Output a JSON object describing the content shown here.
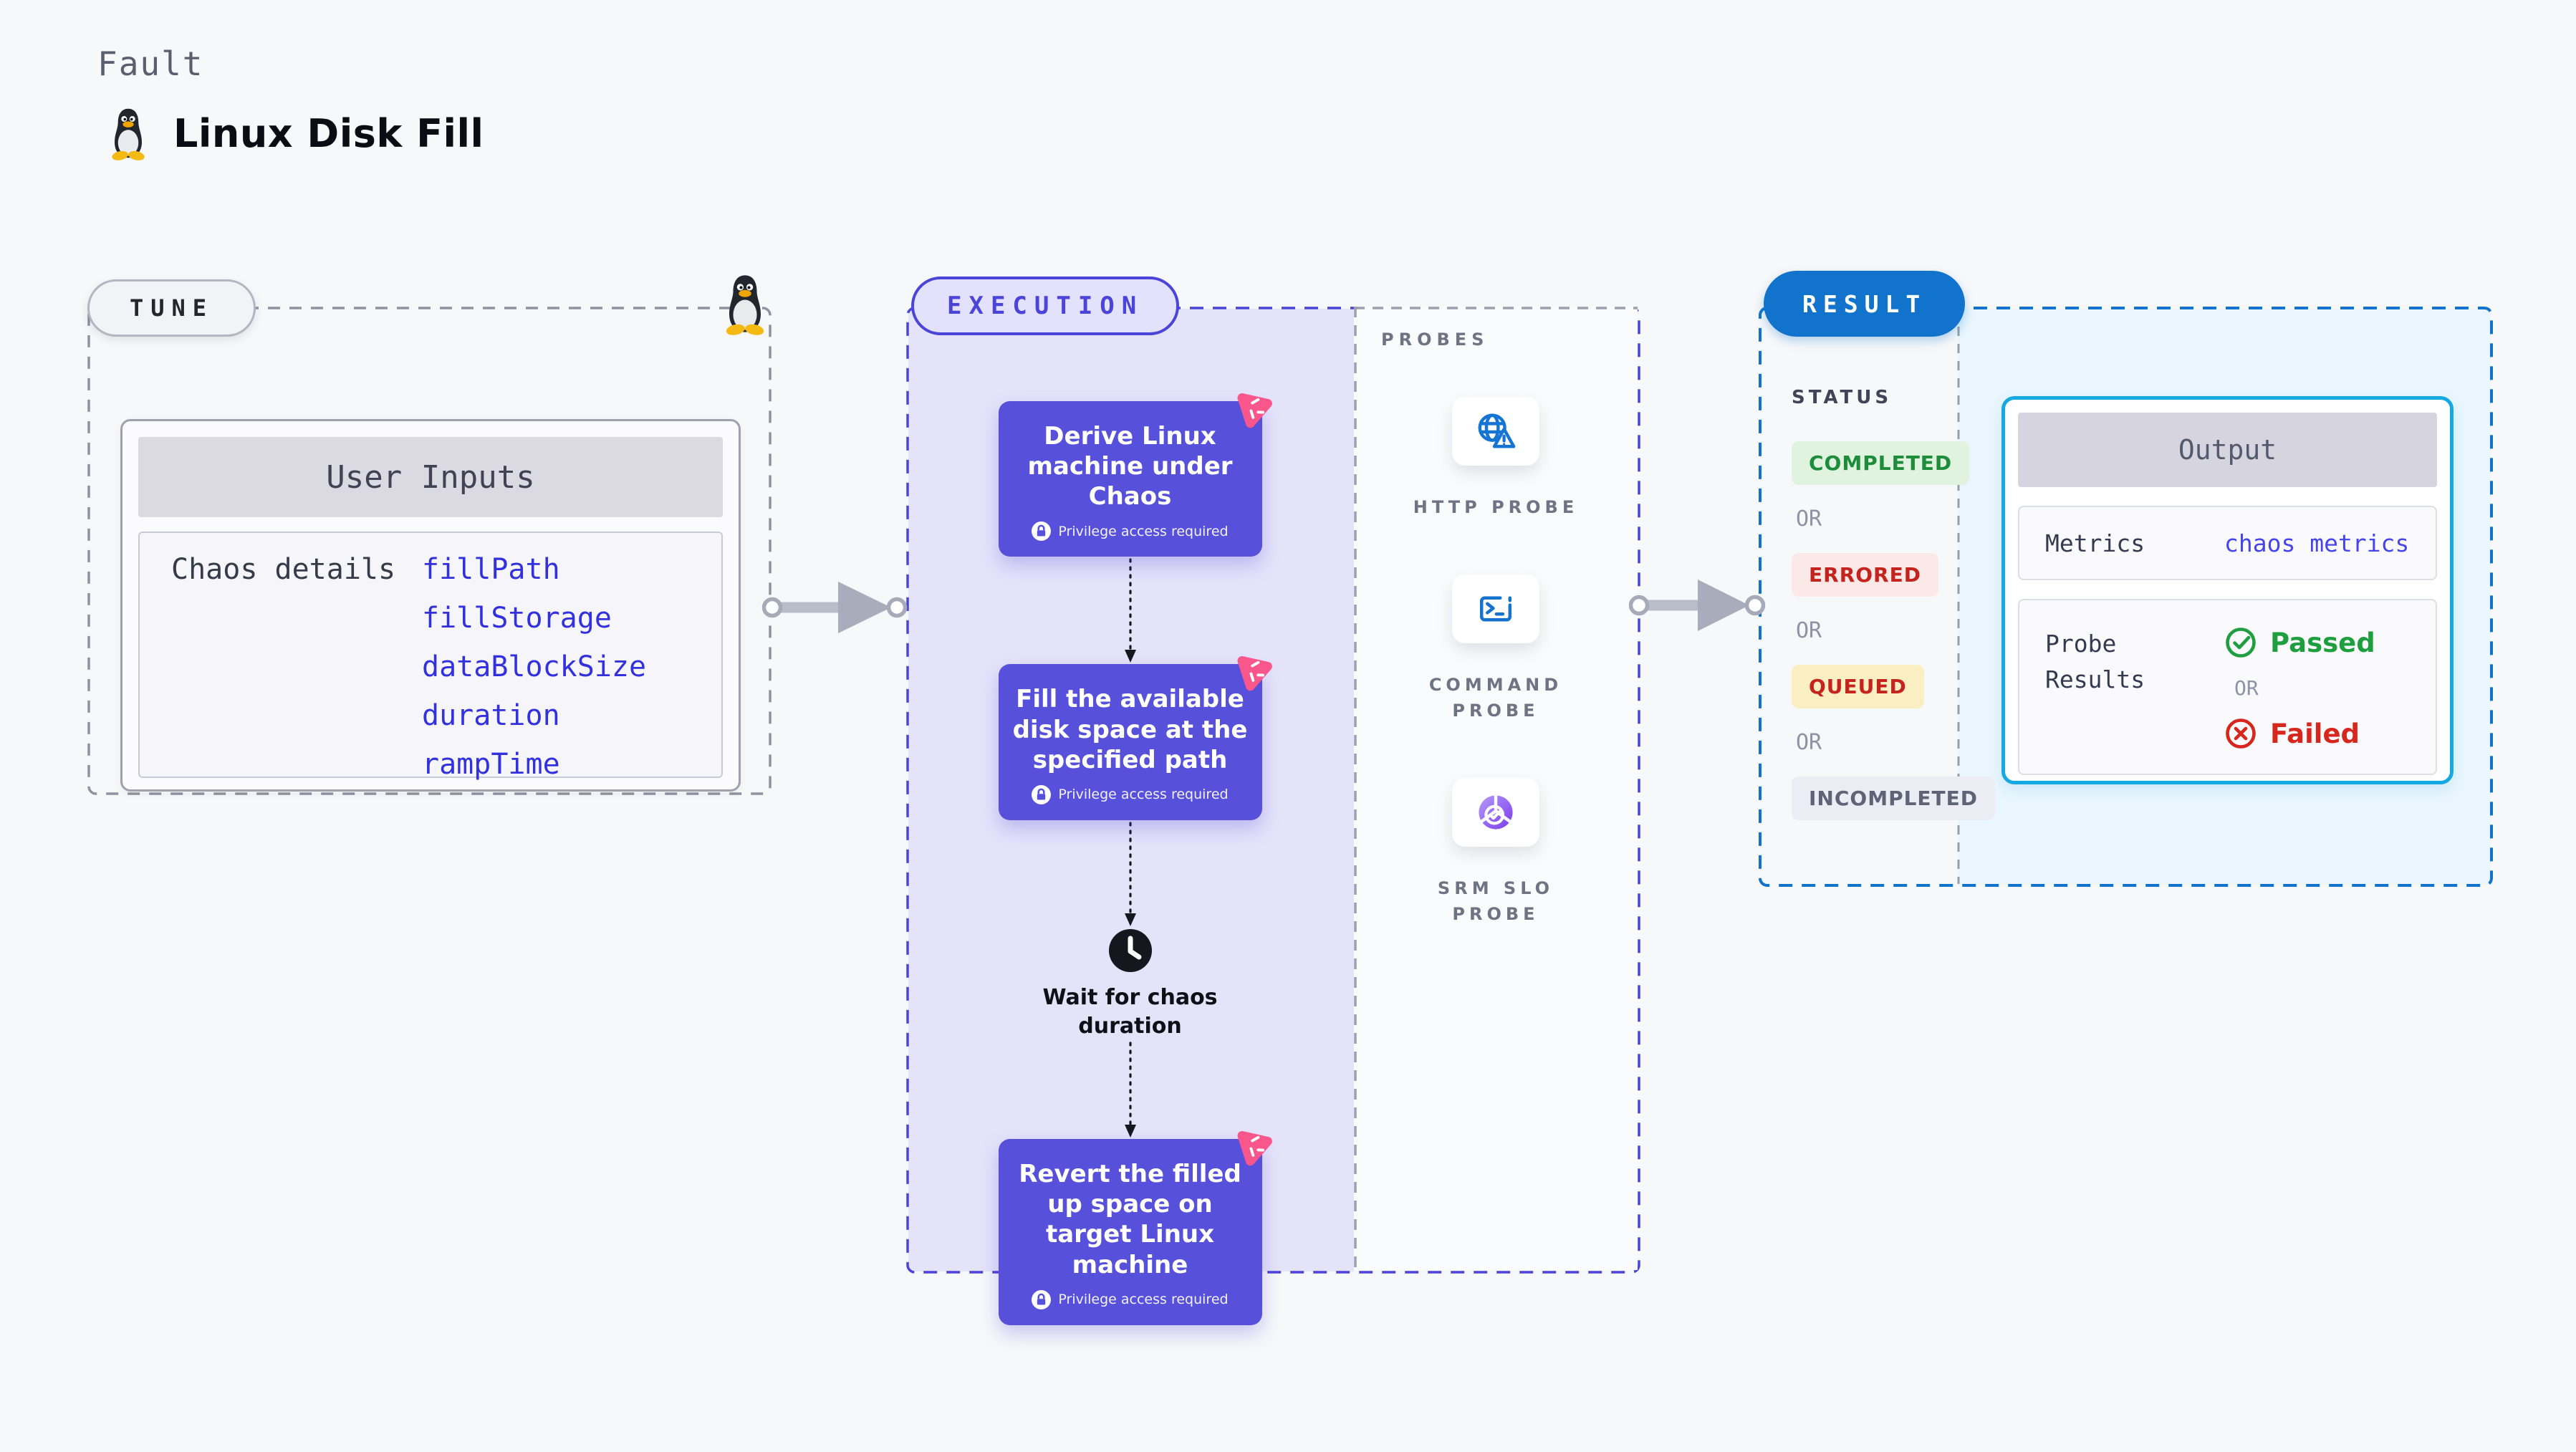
{
  "page": {
    "kicker": "Fault",
    "title": "Linux Disk Fill"
  },
  "colors": {
    "accent_indigo": "#5650DB",
    "execution_border": "#4B44D8",
    "tune_border": "#8F93A0",
    "result_border": "#1273CD",
    "output_border": "#14A9E3",
    "link_blue": "#3331DE",
    "passed_green": "#1E9E3E",
    "failed_red": "#D7261D",
    "chaos_badge_pink": "#F9578C",
    "probe_icon_blue": "#1373CF",
    "slo_icon_purple": "#7C3AED"
  },
  "tune": {
    "label": "TUNE",
    "user_inputs": {
      "header": "User Inputs",
      "row_label": "Chaos details",
      "links": [
        "fillPath",
        "fillStorage",
        "dataBlockSize",
        "duration",
        "rampTime"
      ]
    }
  },
  "execution": {
    "label": "EXECUTION",
    "steps": [
      {
        "title": "Derive Linux machine under Chaos",
        "note": "Privilege access required"
      },
      {
        "title": "Fill the available disk space at the specified path",
        "note": "Privilege access required"
      },
      {
        "title": "Revert the filled up space on target Linux machine",
        "note": "Privilege access required"
      }
    ],
    "wait_label": "Wait for chaos duration"
  },
  "probes": {
    "label": "PROBES",
    "items": [
      {
        "name": "HTTP PROBE"
      },
      {
        "name": "COMMAND PROBE"
      },
      {
        "name": "SRM SLO PROBE"
      }
    ]
  },
  "result": {
    "label": "RESULT",
    "status_label": "STATUS",
    "or_label": "OR",
    "statuses": [
      {
        "text": "COMPLETED"
      },
      {
        "text": "ERRORED"
      },
      {
        "text": "QUEUED"
      },
      {
        "text": "INCOMPLETED"
      }
    ],
    "output": {
      "header": "Output",
      "metrics_label": "Metrics",
      "metrics_value": "chaos metrics",
      "probe_results_label": "Probe Results",
      "passed_label": "Passed",
      "failed_label": "Failed"
    }
  }
}
